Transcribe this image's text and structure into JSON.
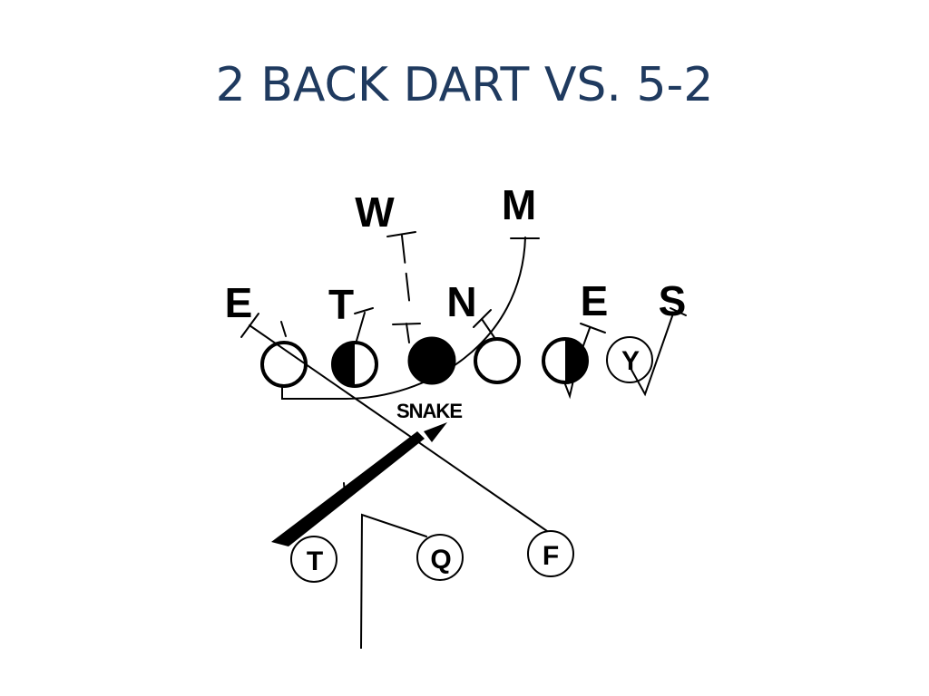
{
  "title": "2 BACK DART VS. 5-2",
  "defense": {
    "W": "W",
    "M": "M",
    "E_left": "E",
    "T": "T",
    "N": "N",
    "E_right": "E",
    "S": "S"
  },
  "offense": {
    "Y": "Y",
    "T": "T",
    "Q": "Q",
    "F": "F"
  },
  "annotation": "SNAKE",
  "colors": {
    "title": "#1f3a5f",
    "ink": "#000000"
  }
}
